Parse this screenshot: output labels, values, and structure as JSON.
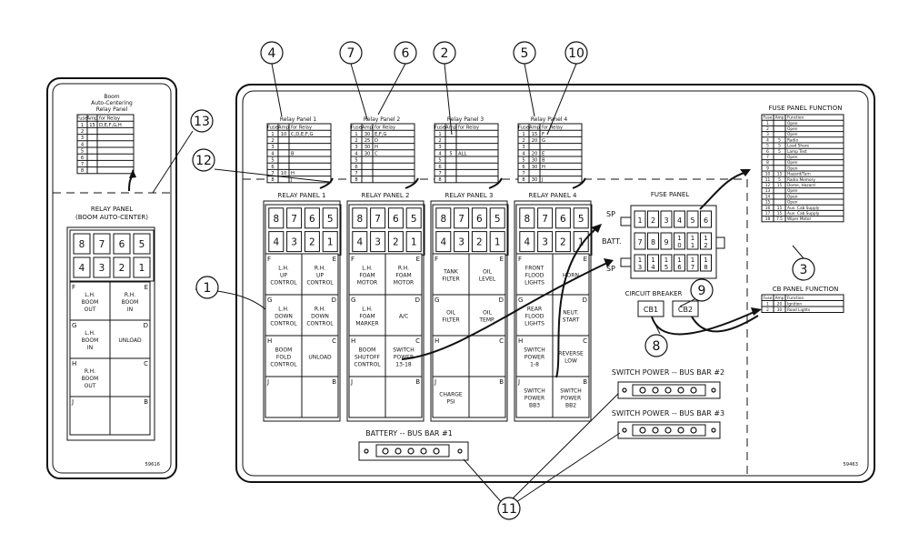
{
  "left_panel": {
    "title_lines": [
      "Boom",
      "Auto-Centering",
      "Relay Panel"
    ],
    "table": {
      "headers": [
        "Fuse",
        "Amp",
        "for Relay"
      ],
      "rows": [
        [
          "1",
          "15",
          "D,E,F,G,H"
        ],
        [
          "2",
          "",
          ""
        ],
        [
          "3",
          "",
          ""
        ],
        [
          "4",
          "",
          ""
        ],
        [
          "5",
          "",
          ""
        ],
        [
          "6",
          "",
          ""
        ],
        [
          "7",
          "",
          ""
        ],
        [
          "8",
          "",
          ""
        ]
      ]
    },
    "relay_panel_label": "RELAY PANEL",
    "relay_panel_sublabel": "(BOOM AUTO-CENTER)",
    "fuses_top": [
      "8",
      "7",
      "6",
      "5"
    ],
    "fuses_bottom": [
      "4",
      "3",
      "2",
      "1"
    ],
    "relays": [
      {
        "corner": "F",
        "lines": [
          "L.H.",
          "BOOM",
          "OUT"
        ]
      },
      {
        "corner": "E",
        "lines": [
          "R.H.",
          "BOOM",
          "IN"
        ]
      },
      {
        "corner": "G",
        "lines": [
          "L.H.",
          "BOOM",
          "IN"
        ]
      },
      {
        "corner": "D",
        "lines": [
          "UNLOAD"
        ]
      },
      {
        "corner": "H",
        "lines": [
          "R.H.",
          "BOOM",
          "OUT"
        ]
      },
      {
        "corner": "C",
        "lines": []
      },
      {
        "corner": "J",
        "lines": []
      },
      {
        "corner": "B",
        "lines": []
      }
    ],
    "drawing_number": "59616"
  },
  "main_panel": {
    "drawing_number": "59463",
    "fuse_tables": [
      {
        "title": "Relay Panel 1",
        "headers": [
          "Fuse",
          "Amp",
          "for Relay"
        ],
        "rows": [
          [
            "1",
            "10",
            "C,D,E,F,G"
          ],
          [
            "2",
            "",
            ""
          ],
          [
            "3",
            "",
            ""
          ],
          [
            "4",
            "",
            "B"
          ],
          [
            "5",
            "",
            ""
          ],
          [
            "6",
            "",
            ""
          ],
          [
            "7",
            "10",
            "H"
          ],
          [
            "8",
            "",
            "J"
          ]
        ]
      },
      {
        "title": "Relay Panel 2",
        "headers": [
          "Fuse",
          "Amp",
          "for Relay"
        ],
        "rows": [
          [
            "1",
            "30",
            "E,F,G"
          ],
          [
            "2",
            "25",
            "D"
          ],
          [
            "3",
            "30",
            "H"
          ],
          [
            "4",
            "30",
            "C"
          ],
          [
            "5",
            "",
            ""
          ],
          [
            "6",
            "",
            ""
          ],
          [
            "7",
            "",
            ""
          ],
          [
            "8",
            "",
            ""
          ]
        ]
      },
      {
        "title": "Relay Panel 3",
        "headers": [
          "Fuse",
          "Amp",
          "for Relay"
        ],
        "rows": [
          [
            "1",
            "",
            ""
          ],
          [
            "2",
            "",
            ""
          ],
          [
            "3",
            "",
            ""
          ],
          [
            "4",
            "5",
            "ALL"
          ],
          [
            "5",
            "",
            ""
          ],
          [
            "6",
            "",
            ""
          ],
          [
            "7",
            "",
            ""
          ],
          [
            "8",
            "",
            ""
          ]
        ]
      },
      {
        "title": "Relay Panel 4",
        "headers": [
          "Fuse",
          "Amp",
          "for Relay"
        ],
        "rows": [
          [
            "1",
            "15",
            "F"
          ],
          [
            "2",
            "20",
            "G"
          ],
          [
            "3",
            "",
            ""
          ],
          [
            "4",
            "20",
            "E"
          ],
          [
            "5",
            "30",
            "B"
          ],
          [
            "6",
            "30",
            "H"
          ],
          [
            "7",
            "",
            ""
          ],
          [
            "8",
            "30",
            "J"
          ]
        ]
      }
    ],
    "relay_panels": [
      {
        "label": "RELAY PANEL 1",
        "relays": [
          {
            "corner": "F",
            "lines": [
              "L.H.",
              "UP",
              "CONTROL"
            ]
          },
          {
            "corner": "E",
            "lines": [
              "R.H.",
              "UP",
              "CONTROL"
            ]
          },
          {
            "corner": "G",
            "lines": [
              "L.H.",
              "DOWN",
              "CONTROL"
            ]
          },
          {
            "corner": "D",
            "lines": [
              "R.H.",
              "DOWN",
              "CONTROL"
            ]
          },
          {
            "corner": "H",
            "lines": [
              "BOOM",
              "FOLD",
              "CONTROL"
            ]
          },
          {
            "corner": "C",
            "lines": [
              "UNLOAD"
            ]
          },
          {
            "corner": "J",
            "lines": []
          },
          {
            "corner": "B",
            "lines": []
          }
        ]
      },
      {
        "label": "RELAY PANEL 2",
        "relays": [
          {
            "corner": "F",
            "lines": [
              "L.H.",
              "FOAM",
              "MOTOR"
            ]
          },
          {
            "corner": "E",
            "lines": [
              "R.H.",
              "FOAM",
              "MOTOR"
            ]
          },
          {
            "corner": "G",
            "lines": [
              "L.H.",
              "FOAM",
              "MARKER"
            ]
          },
          {
            "corner": "D",
            "lines": [
              "A/C"
            ]
          },
          {
            "corner": "H",
            "lines": [
              "BOOM",
              "SHUTOFF",
              "CONTROL"
            ]
          },
          {
            "corner": "C",
            "lines": [
              "SWITCH",
              "POWER",
              "13-18"
            ]
          },
          {
            "corner": "J",
            "lines": []
          },
          {
            "corner": "B",
            "lines": []
          }
        ]
      },
      {
        "label": "RELAY PANEL 3",
        "relays": [
          {
            "corner": "F",
            "lines": [
              "TANK",
              "FILTER"
            ]
          },
          {
            "corner": "E",
            "lines": [
              "OIL",
              "LEVEL"
            ]
          },
          {
            "corner": "G",
            "lines": [
              "OIL",
              "FILTER"
            ]
          },
          {
            "corner": "D",
            "lines": [
              "OIL",
              "TEMP."
            ]
          },
          {
            "corner": "H",
            "lines": []
          },
          {
            "corner": "C",
            "lines": []
          },
          {
            "corner": "J",
            "lines": [
              "CHARGE",
              "PSI"
            ]
          },
          {
            "corner": "B",
            "lines": []
          }
        ]
      },
      {
        "label": "RELAY PANEL 4",
        "relays": [
          {
            "corner": "F",
            "lines": [
              "FRONT",
              "FLOOD",
              "LIGHTS"
            ]
          },
          {
            "corner": "E",
            "lines": [
              "HORN"
            ]
          },
          {
            "corner": "G",
            "lines": [
              "REAR",
              "FLOOD",
              "LIGHTS"
            ]
          },
          {
            "corner": "D",
            "lines": [
              "NEUT.",
              "START"
            ]
          },
          {
            "corner": "H",
            "lines": [
              "SWITCH",
              "POWER",
              "1-8"
            ]
          },
          {
            "corner": "C",
            "lines": [
              "REVERSE",
              "LOW"
            ]
          },
          {
            "corner": "J",
            "lines": [
              "SWITCH",
              "POWER",
              "BB3"
            ]
          },
          {
            "corner": "B",
            "lines": [
              "SWITCH",
              "POWER",
              "BB2"
            ]
          }
        ]
      }
    ],
    "relay_fuses_top": [
      "8",
      "7",
      "6",
      "5"
    ],
    "relay_fuses_bottom": [
      "4",
      "3",
      "2",
      "1"
    ],
    "fuse_panel": {
      "label": "FUSE PANEL",
      "sp_label": "SP",
      "batt_label": "BATT.",
      "rows": [
        [
          "1",
          "2",
          "3",
          "4",
          "5",
          "6"
        ],
        [
          "7",
          "8",
          "9",
          "10",
          "11",
          "12"
        ],
        [
          "13",
          "14",
          "15",
          "16",
          "17",
          "18"
        ]
      ]
    },
    "circuit_breaker": {
      "label": "CIRCUIT BREAKER",
      "breakers": [
        "CB1",
        "CB2"
      ]
    },
    "bus_bars": [
      {
        "label": "SWITCH POWER -- BUS BAR #2"
      },
      {
        "label": "SWITCH POWER -- BUS BAR #3"
      },
      {
        "label": "BATTERY -- BUS BAR #1"
      }
    ],
    "fuse_panel_function": {
      "title": "FUSE PANEL FUNCTION",
      "headers": [
        "Fuse",
        "Amp",
        "Function"
      ],
      "rows": [
        [
          "1",
          "",
          "Open"
        ],
        [
          "2",
          "",
          "Open"
        ],
        [
          "3",
          "",
          "Open"
        ],
        [
          "4",
          "5",
          "Radio"
        ],
        [
          "5",
          "5",
          "Load Share"
        ],
        [
          "6",
          "5",
          "Lamp Test"
        ],
        [
          "7",
          "",
          "Open"
        ],
        [
          "8",
          "",
          "Open"
        ],
        [
          "9",
          "",
          "Open"
        ],
        [
          "10",
          "15",
          "Hazard/Turn"
        ],
        [
          "11",
          "5",
          "Radio Memory"
        ],
        [
          "12",
          "15",
          "Dome, Hazard"
        ],
        [
          "13",
          "",
          "Open"
        ],
        [
          "14",
          "",
          "Open"
        ],
        [
          "15",
          "",
          "Open"
        ],
        [
          "16",
          "15",
          "Aux. Cab Supply"
        ],
        [
          "17",
          "15",
          "Aux. Cab Supply"
        ],
        [
          "18",
          "7.5",
          "Wiper Motor"
        ]
      ]
    },
    "cb_panel_function": {
      "title": "CB PANEL FUNCTION",
      "headers": [
        "Fuse",
        "Amp",
        "Function"
      ],
      "rows": [
        [
          "1",
          "20",
          "Ignition"
        ],
        [
          "2",
          "30",
          "Road Lights"
        ]
      ]
    }
  },
  "callouts": [
    "4",
    "7",
    "6",
    "2",
    "5",
    "10",
    "13",
    "12",
    "1",
    "9",
    "8",
    "3",
    "11"
  ]
}
